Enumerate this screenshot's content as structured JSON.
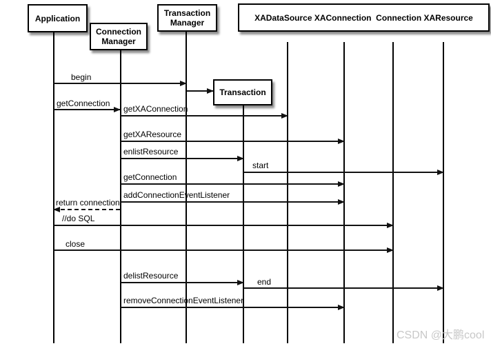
{
  "diagram_type": "uml-sequence-diagram",
  "actors": [
    {
      "label": "Application"
    },
    {
      "label": "Connection Manager"
    },
    {
      "label": "Transaction Manager"
    },
    {
      "label": "XADataSource XAConnection  Connection XAResource"
    },
    {
      "label": "Transaction"
    }
  ],
  "lifelines": [
    "Application",
    "Connection Manager",
    "Transaction Manager",
    "Transaction",
    "XADataSource",
    "XAConnection",
    "Connection",
    "XAResource"
  ],
  "creation": {
    "from": "Transaction Manager",
    "to": "Transaction"
  },
  "messages": [
    {
      "label": "begin",
      "from": "Application",
      "to": "Transaction Manager",
      "line": "solid"
    },
    {
      "label": "getConnection",
      "from": "Application",
      "to": "Connection Manager",
      "line": "solid"
    },
    {
      "label": "getXAConnection",
      "from": "Connection Manager",
      "to": "XADataSource",
      "line": "solid"
    },
    {
      "label": "getXAResource",
      "from": "Connection Manager",
      "to": "XAConnection",
      "line": "solid"
    },
    {
      "label": "enlistResource",
      "from": "Connection Manager",
      "to": "Transaction",
      "line": "solid"
    },
    {
      "label": "start",
      "from": "Transaction",
      "to": "XAResource",
      "line": "solid"
    },
    {
      "label": "getConnection",
      "from": "Connection Manager",
      "to": "XAConnection",
      "line": "solid"
    },
    {
      "label": "addConnectionEventListener",
      "from": "Connection Manager",
      "to": "XAConnection",
      "line": "solid"
    },
    {
      "label": "return connection",
      "from": "Connection Manager",
      "to": "Application",
      "line": "dashed"
    },
    {
      "label": "//do SQL",
      "from": "Application",
      "to": "Connection",
      "line": "solid"
    },
    {
      "label": "close",
      "from": "Application",
      "to": "Connection",
      "line": "solid"
    },
    {
      "label": "delistResource",
      "from": "Connection Manager",
      "to": "Transaction",
      "line": "solid"
    },
    {
      "label": "end",
      "from": "Transaction",
      "to": "XAResource",
      "line": "solid"
    },
    {
      "label": "removeConnectionEventListener",
      "from": "Connection Manager",
      "to": "XAConnection",
      "line": "solid"
    }
  ],
  "watermark": "CSDN @大鹏cool",
  "colors": {
    "background": "#ffffff",
    "line": "#000000",
    "box_border": "#000000",
    "shadow": "#9a9a9a",
    "watermark": "#c8c8c8"
  }
}
